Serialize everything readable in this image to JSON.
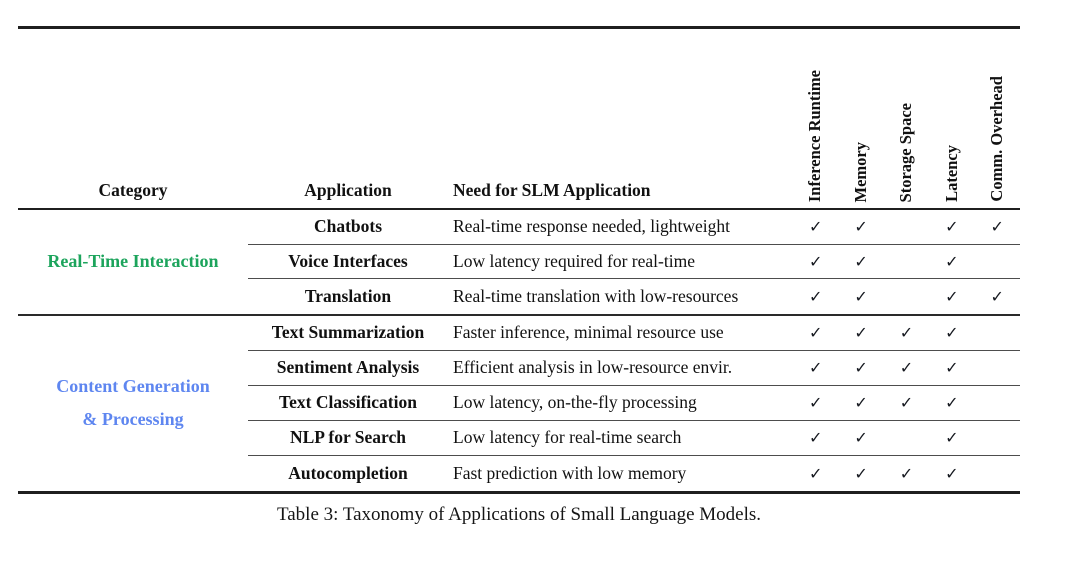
{
  "table": {
    "columns": {
      "category": "Category",
      "application": "Application",
      "need": "Need for SLM Application",
      "criteria": [
        "Inference Runtime",
        "Memory",
        "Storage Space",
        "Latency",
        "Comm. Overhead"
      ]
    },
    "checkmark": "✓",
    "sections": [
      {
        "category_lines": [
          "Real-Time Interaction"
        ],
        "color": "#1CA45C",
        "rows": [
          {
            "application": "Chatbots",
            "need": "Real-time response needed, lightweight",
            "checks": [
              true,
              true,
              false,
              true,
              true
            ]
          },
          {
            "application": "Voice Interfaces",
            "need": "Low latency required for real-time",
            "checks": [
              true,
              true,
              false,
              true,
              false
            ]
          },
          {
            "application": "Translation",
            "need": "Real-time translation with low-resources",
            "checks": [
              true,
              true,
              false,
              true,
              true
            ]
          }
        ]
      },
      {
        "category_lines": [
          "Content Generation",
          "& Processing"
        ],
        "color": "#5E86F0",
        "rows": [
          {
            "application": "Text Summarization",
            "need": "Faster inference, minimal resource use",
            "checks": [
              true,
              true,
              true,
              true,
              false
            ]
          },
          {
            "application": "Sentiment Analysis",
            "need": "Efficient analysis in low-resource envir.",
            "checks": [
              true,
              true,
              true,
              true,
              false
            ]
          },
          {
            "application": "Text Classification",
            "need": "Low latency, on-the-fly processing",
            "checks": [
              true,
              true,
              true,
              true,
              false
            ]
          },
          {
            "application": "NLP for Search",
            "need": "Low latency for real-time search",
            "checks": [
              true,
              true,
              false,
              true,
              false
            ]
          },
          {
            "application": "Autocompletion",
            "need": "Fast prediction with low memory",
            "checks": [
              true,
              true,
              true,
              true,
              false
            ]
          }
        ]
      }
    ],
    "caption": "Table 3: Taxonomy of Applications of Small Language Models."
  }
}
